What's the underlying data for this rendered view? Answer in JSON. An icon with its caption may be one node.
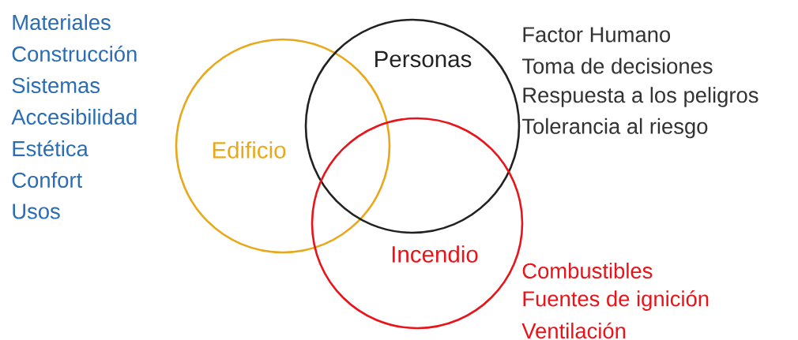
{
  "diagram": {
    "nodes": [
      {
        "text": [
          "Edificio"
        ],
        "beside": [
          "Materiales",
          "Construcción",
          "Sistemas",
          "Accesibilidad",
          "Estética",
          "Confort",
          "Usos"
        ]
      },
      {
        "text": [
          "Personas"
        ],
        "beside": [
          "Factor Humano",
          "Toma de decisiones",
          "Respuesta a los peligros",
          "Tolerancia al riesgo"
        ]
      },
      {
        "text": [
          "Incendio"
        ],
        "beside": [
          "Combustibles",
          "Fuentes de ignición",
          "Ventilación"
        ]
      }
    ]
  }
}
